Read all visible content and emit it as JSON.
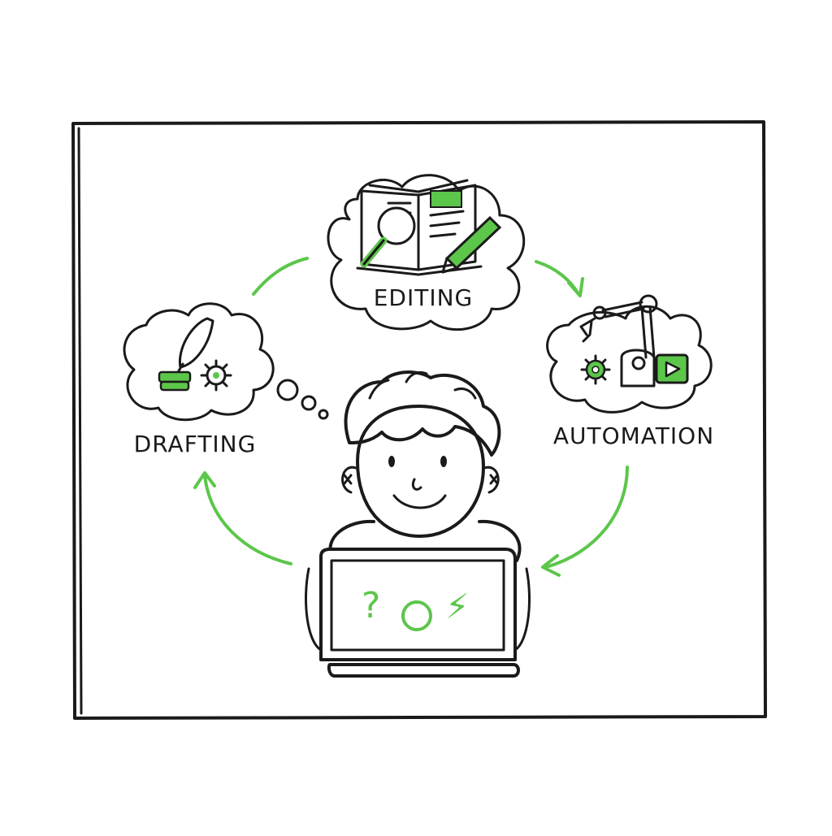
{
  "steps": {
    "editing": {
      "label": "EDITING"
    },
    "drafting": {
      "label": "DRAFTING"
    },
    "automation": {
      "label": "AUTOMATION"
    }
  },
  "laptop_screen": {
    "glyph_question": "?",
    "glyph_bolt": "⚡"
  },
  "colors": {
    "ink": "#1a1a1a",
    "accent": "#5cc64a",
    "background": "#ffffff"
  },
  "icons": [
    "book-icon",
    "magnifier-icon",
    "pencil-icon",
    "quill-icon",
    "ink-pot-icon",
    "gear-icon",
    "robot-arm-icon",
    "play-icon",
    "person-icon",
    "laptop-icon",
    "cycle-arrow-icon"
  ]
}
